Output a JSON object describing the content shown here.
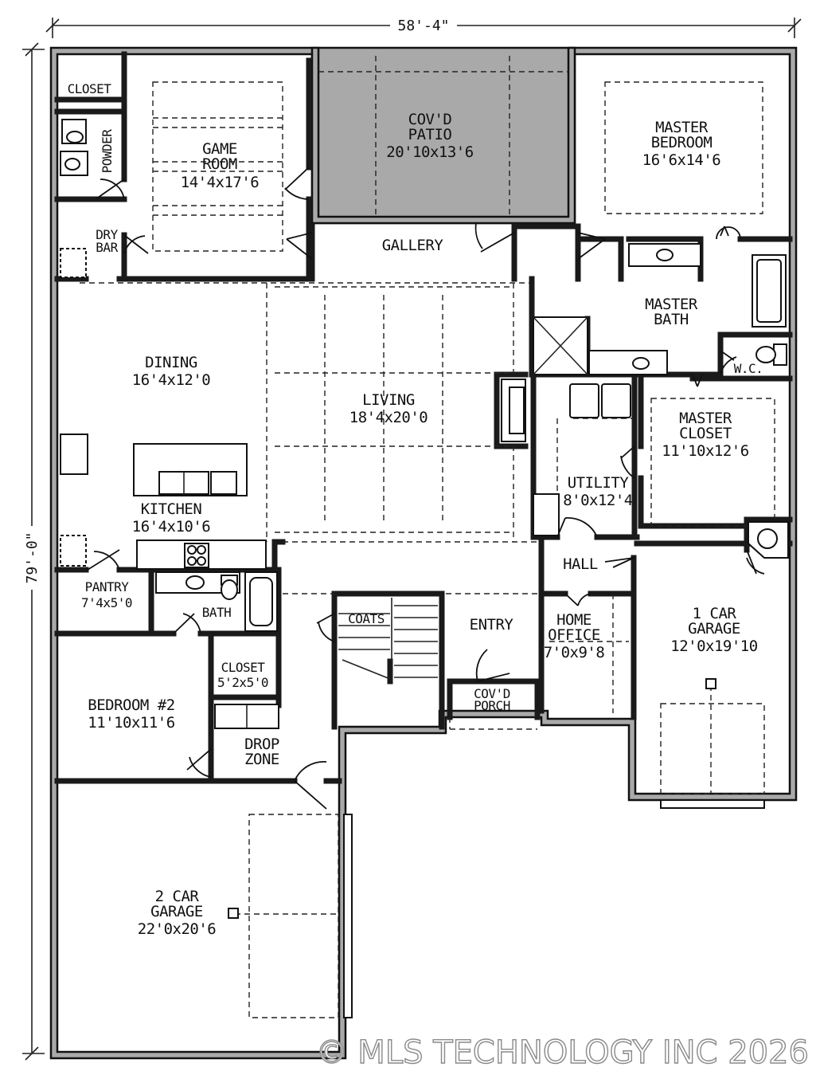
{
  "dimensions": {
    "width": "58'-4\"",
    "depth": "79'-0\""
  },
  "rooms": {
    "closet_top": {
      "name": "CLOSET"
    },
    "powder": {
      "name": "POWDER"
    },
    "dry_bar": {
      "name_1": "DRY",
      "name_2": "BAR"
    },
    "game_room": {
      "name_1": "GAME",
      "name_2": "ROOM",
      "size": "14'4x17'6"
    },
    "covd_patio": {
      "name_1": "COV'D",
      "name_2": "PATIO",
      "size": "20'10x13'6"
    },
    "master_bedroom": {
      "name_1": "MASTER",
      "name_2": "BEDROOM",
      "size": "16'6x14'6"
    },
    "gallery": {
      "name": "GALLERY"
    },
    "master_bath": {
      "name_1": "MASTER",
      "name_2": "BATH"
    },
    "wc": {
      "name": "W.C."
    },
    "dining": {
      "name": "DINING",
      "size": "16'4x12'0"
    },
    "living": {
      "name": "LIVING",
      "size": "18'4x20'0"
    },
    "master_closet": {
      "name_1": "MASTER",
      "name_2": "CLOSET",
      "size": "11'10x12'6"
    },
    "utility": {
      "name": "UTILITY",
      "size": "8'0x12'4"
    },
    "kitchen": {
      "name": "KITCHEN",
      "size": "16'4x10'6"
    },
    "hall": {
      "name": "HALL"
    },
    "pantry": {
      "name": "PANTRY",
      "size": "7'4x5'0"
    },
    "bath": {
      "name": "BATH"
    },
    "coats": {
      "name": "COATS"
    },
    "entry": {
      "name": "ENTRY"
    },
    "home_office": {
      "name_1": "HOME",
      "name_2": "OFFICE",
      "size": "7'0x9'8"
    },
    "one_car_garage": {
      "name_1": "1 CAR",
      "name_2": "GARAGE",
      "size": "12'0x19'10"
    },
    "closet_mid": {
      "name": "CLOSET",
      "size": "5'2x5'0"
    },
    "covd_porch": {
      "name_1": "COV'D",
      "name_2": "PORCH"
    },
    "bedroom_2": {
      "name": "BEDROOM #2",
      "size": "11'10x11'6"
    },
    "drop_zone": {
      "name_1": "DROP",
      "name_2": "ZONE"
    },
    "two_car_garage": {
      "name_1": "2 CAR",
      "name_2": "GARAGE",
      "size": "22'0x20'6"
    }
  },
  "watermark": "© MLS TECHNOLOGY INC 2026",
  "colors": {
    "wall_fill": "#a9a9a9",
    "line": "#111111",
    "background": "#ffffff"
  }
}
